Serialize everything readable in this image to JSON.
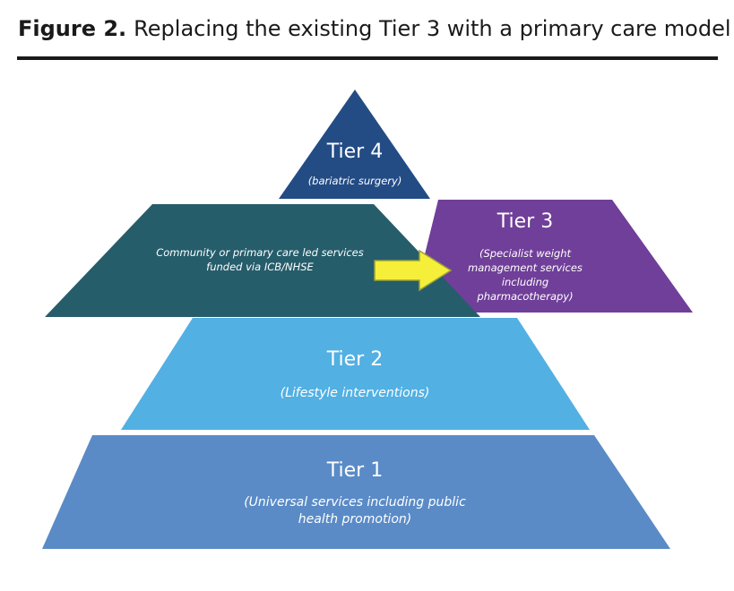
{
  "figure": {
    "label": "Figure 2.",
    "caption": "Replacing the existing Tier 3 with a primary care model"
  },
  "colors": {
    "tier4": "#234c85",
    "community": "#265d6b",
    "tier3": "#703f99",
    "tier2": "#52b0e3",
    "tier1": "#5a8bc7",
    "arrow_fill": "#f6ef3a",
    "arrow_stroke": "#9aa23a",
    "rule": "#1a1a1a"
  },
  "tiers": {
    "tier4": {
      "title": "Tier 4",
      "desc": [
        "(bariatric surgery)"
      ]
    },
    "community": {
      "desc": [
        "Community or primary care led services",
        "funded via ICB/NHSE"
      ]
    },
    "tier3": {
      "title": "Tier 3",
      "desc": [
        "(Specialist weight",
        "management services",
        "including",
        "pharmacotherapy)"
      ]
    },
    "tier2": {
      "title": "Tier 2",
      "desc": [
        "(Lifestyle interventions)"
      ]
    },
    "tier1": {
      "title": "Tier 1",
      "desc": [
        "(Universal services including public",
        "health promotion)"
      ]
    }
  },
  "arrow": {
    "icon": "right-arrow-icon"
  }
}
